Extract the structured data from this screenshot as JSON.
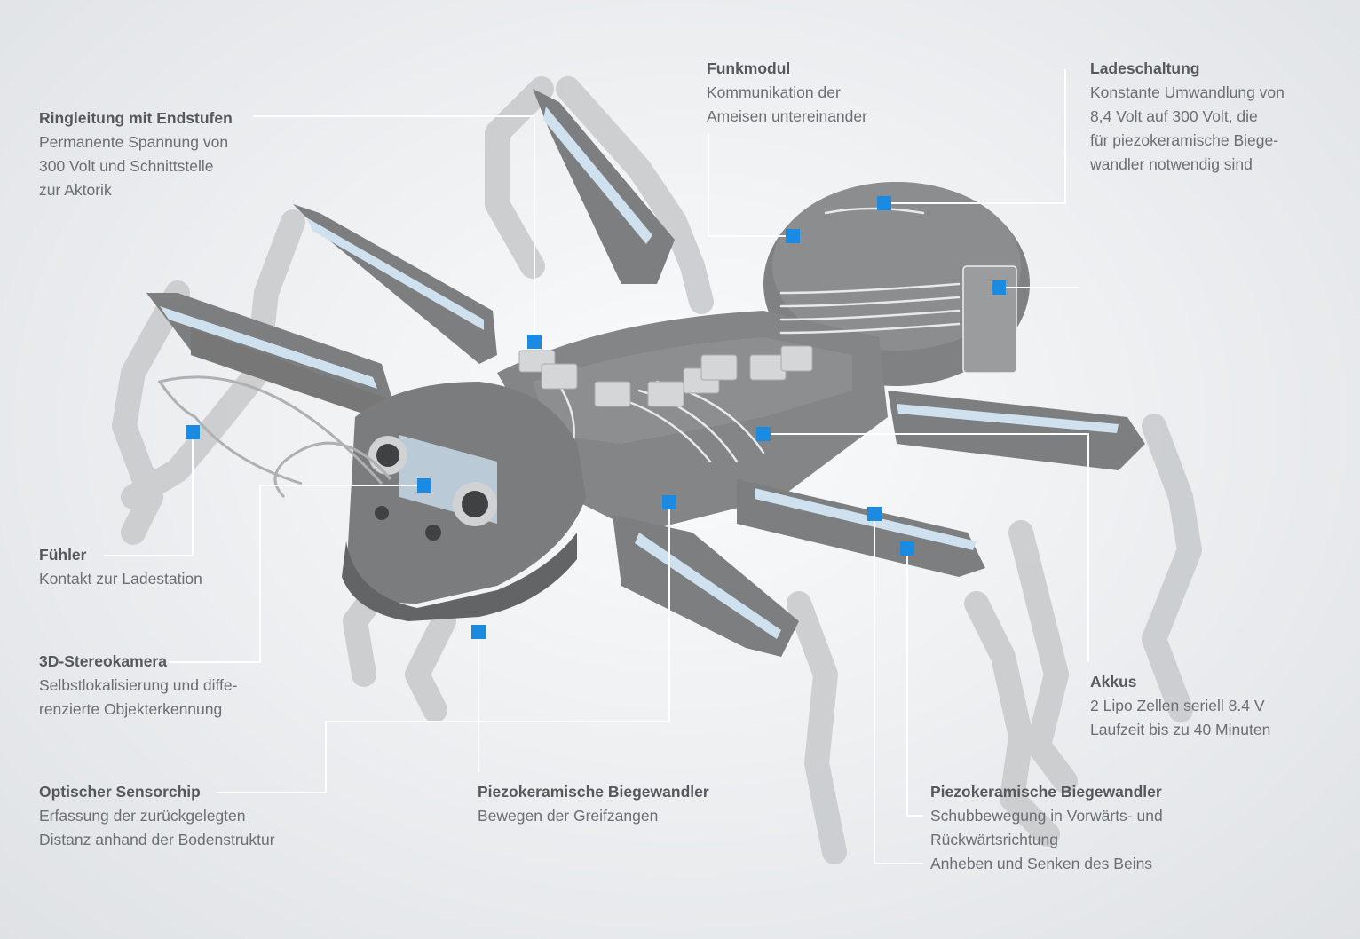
{
  "colors": {
    "accent": "#1a8be0",
    "text": "#6b6e72",
    "heading": "#55585c",
    "line": "#ffffff"
  },
  "labels": {
    "ringleitung": {
      "title": "Ringleitung mit Endstufen",
      "desc": "Permanente Spannung von\n300 Volt und Schnittstelle\nzur Aktorik"
    },
    "funkmodul": {
      "title": "Funkmodul",
      "desc": "Kommunikation der\nAmeisen untereinander"
    },
    "ladeschaltung": {
      "title": "Ladeschaltung",
      "desc": "Konstante Umwandlung von\n8,4 Volt auf 300 Volt, die\nfür piezokeramische Biege-\nwandler notwendig sind"
    },
    "fuehler": {
      "title": "Fühler",
      "desc": "Kontakt zur Ladestation"
    },
    "stereokamera": {
      "title": "3D-Stereokamera",
      "desc": "Selbstlokalisierung und diffe-\nrenzierte Objekterkennung"
    },
    "akkus": {
      "title": "Akkus",
      "desc": "2 Lipo Zellen seriell 8.4 V\nLaufzeit bis zu 40 Minuten"
    },
    "sensorchip": {
      "title": "Optischer Sensorchip",
      "desc": "Erfassung der zurückgelegten\nDistanz anhand der Bodenstruktur"
    },
    "piezo_greif": {
      "title": "Piezokeramische Biegewandler",
      "desc": "Bewegen der Greifzangen"
    },
    "piezo_bein": {
      "title": "Piezokeramische Biegewandler",
      "desc": "Schubbewegung in Vorwärts- und\nRückwärtsrichtung\nAnheben und Senken des Beins"
    }
  }
}
